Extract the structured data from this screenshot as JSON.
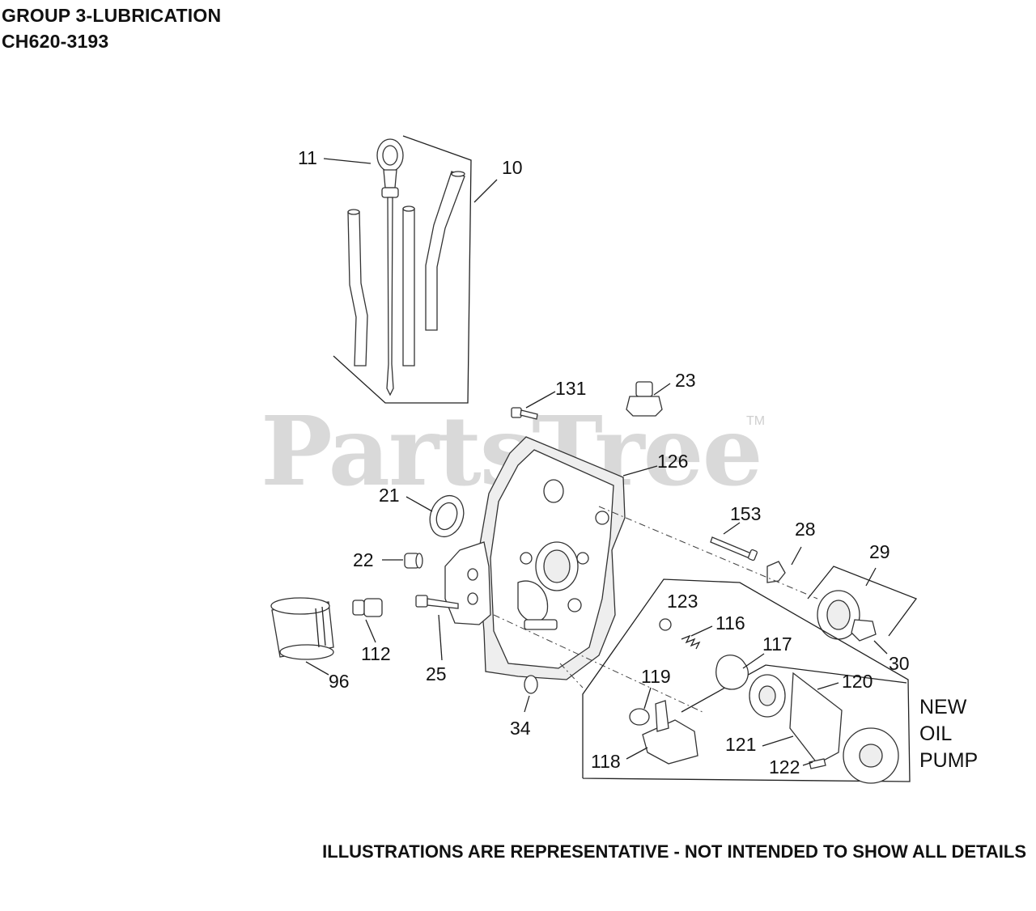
{
  "header": {
    "line1": "GROUP 3-LUBRICATION",
    "line2": "CH620-3193"
  },
  "watermark": {
    "text": "PartsTree",
    "tm": "TM"
  },
  "inset_label": [
    "NEW",
    "OIL",
    "PUMP"
  ],
  "callouts": [
    "11",
    "10",
    "131",
    "23",
    "126",
    "21",
    "153",
    "28",
    "22",
    "29",
    "123",
    "116",
    "117",
    "30",
    "112",
    "25",
    "96",
    "119",
    "120",
    "34",
    "121",
    "122",
    "118"
  ],
  "footer": "ILLUSTRATIONS ARE REPRESENTATIVE - NOT INTENDED TO SHOW ALL DETAILS"
}
